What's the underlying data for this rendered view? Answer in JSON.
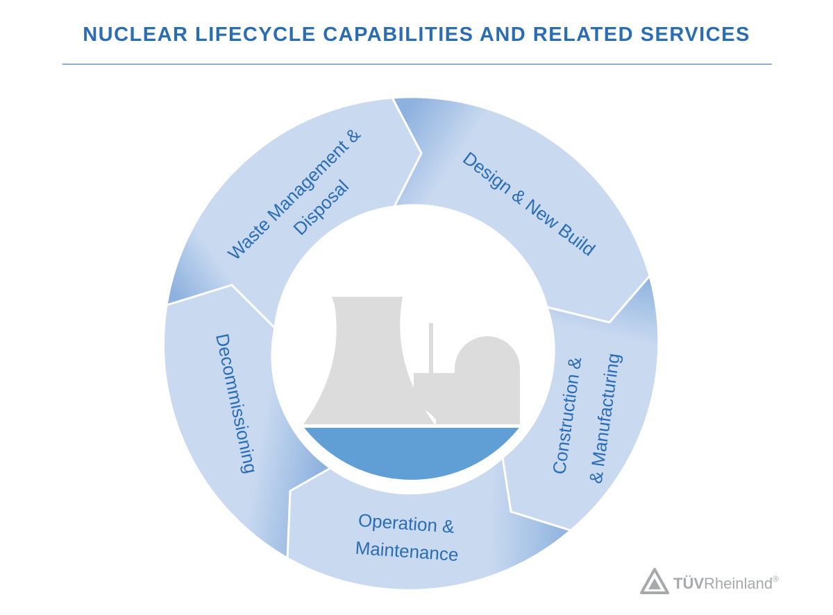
{
  "title": "NUCLEAR LIFECYCLE CAPABILITIES AND RELATED SERVICES",
  "segments": {
    "design": {
      "line1": "Design & New Build"
    },
    "construction": {
      "line1": "Construction &",
      "line2": "& Manufacturing"
    },
    "operation": {
      "line1": "Operation &",
      "line2": "Maintenance"
    },
    "decommissioning": {
      "line1": "Decommissioning"
    },
    "waste": {
      "line1": "Waste Management &",
      "line2": "Disposal"
    }
  },
  "brand": {
    "part1": "TÜV",
    "part2": "Rheinland",
    "registered": "®"
  },
  "colors": {
    "title": "#2a6db4",
    "segment_light": "#c8d9f0",
    "segment_dark": "#8eb2df",
    "water": "#5f9fd6",
    "plant_gray": "#dcdcdd",
    "brand_gray": "#a7a9ac"
  }
}
